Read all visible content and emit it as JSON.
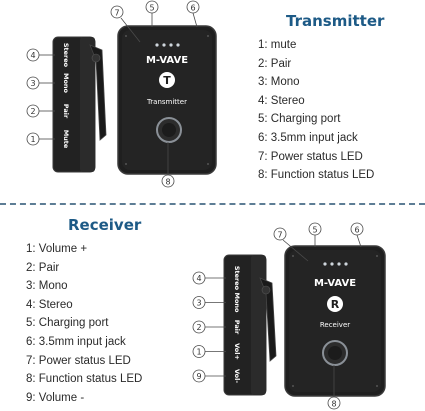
{
  "transmitter": {
    "title": "Transmitter",
    "brand": "M-VAVE",
    "device_label": "Transmitter",
    "logo_letter": "T",
    "side_buttons": [
      "Stereo",
      "Mono",
      "Pair",
      "Mute"
    ],
    "side_callouts": [
      "4",
      "3",
      "2",
      "1"
    ],
    "top_callouts": [
      "7",
      "5",
      "6"
    ],
    "bottom_callout": "8",
    "legend": [
      "1: mute",
      "2: Pair",
      "3: Mono",
      "4: Stereo",
      "5: Charging port",
      "6: 3.5mm input jack",
      "7: Power status LED",
      "8: Function status LED"
    ]
  },
  "receiver": {
    "title": "Receiver",
    "brand": "M-VAVE",
    "device_label": "Receiver",
    "logo_letter": "R",
    "side_buttons": [
      "Stereo",
      "Mono",
      "Pair",
      "Vol+",
      "Vol-"
    ],
    "side_callouts": [
      "4",
      "3",
      "2",
      "1",
      "9"
    ],
    "top_callouts": [
      "7",
      "5",
      "6"
    ],
    "bottom_callout": "8",
    "legend": [
      "1: Volume +",
      "2: Pair",
      "3: Mono",
      "4: Stereo",
      "5: Charging port",
      "6: 3.5mm input jack",
      "7: Power status LED",
      "8: Function status LED",
      "9: Volume -"
    ]
  },
  "colors": {
    "title": "#1d5a86",
    "device_body": "#1f1f1f",
    "device_edge": "#3a3a3a",
    "led": "#cfd6dd",
    "callout_stroke": "#4a4a4a",
    "divider": "#5d7d95"
  }
}
